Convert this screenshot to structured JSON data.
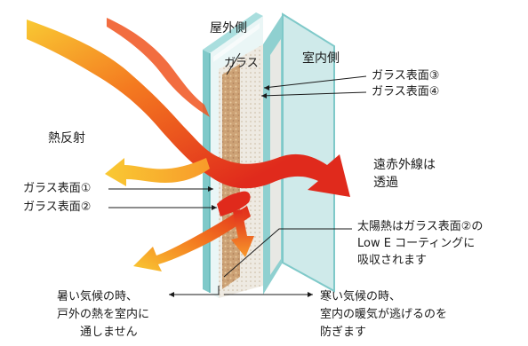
{
  "labels": {
    "outdoor_side": "屋外側",
    "glass": "ガラス",
    "indoor_side": "室内側",
    "surface3": "ガラス表面③",
    "surface4": "ガラス表面④",
    "heat_reflection": "熱反射",
    "far_infrared": [
      "遠赤外線は",
      "透過"
    ],
    "surface1": "ガラス表面①",
    "surface2": "ガラス表面②",
    "solar_heat": [
      "太陽熱はガラス表面②の",
      "Low E コーティングに",
      "吸収されます"
    ],
    "hot_climate": [
      "暑い気候の時、",
      "戸外の熱を室内に",
      "通しません"
    ],
    "cold_climate": [
      "寒い気候の時、",
      "室内の暖気が逃げるのを",
      "防ぎます"
    ]
  },
  "colors": {
    "glass_edge": "#7fc9c9",
    "glass_face": "#d9eeee",
    "coating": "#c9a27a",
    "heat_red": "#e02a1c",
    "heat_orange": "#f47a20",
    "heat_yellow": "#f9c933"
  }
}
